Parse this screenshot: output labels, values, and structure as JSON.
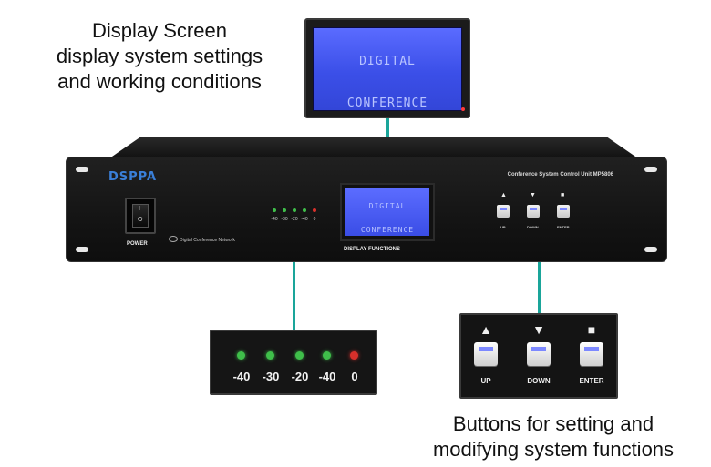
{
  "annotations": {
    "top": [
      "Display Screen",
      "display system settings",
      "and working conditions"
    ],
    "bottom": [
      "Buttons for setting and",
      "modifying system functions"
    ]
  },
  "device": {
    "brand": "DSPPA",
    "model": "Conference System Control Unit MP5806",
    "power_label": "POWER",
    "power_on": "I",
    "power_off": "O",
    "network_label": "Digital Conference Network",
    "display_line1": "DIGITAL",
    "display_line2": "CONFERENCE",
    "display_functions": "DISPLAY FUNCTIONS",
    "buttons": [
      {
        "symbol": "▲",
        "label": "UP"
      },
      {
        "symbol": "▼",
        "label": "DOWN"
      },
      {
        "symbol": "■",
        "label": "ENTER"
      }
    ]
  },
  "big_display": {
    "line1": "DIGITAL",
    "line2": "CONFERENCE"
  },
  "led_panel": {
    "leds": [
      {
        "label": "-40",
        "color": "#3fbf4a"
      },
      {
        "label": "-30",
        "color": "#3fbf4a"
      },
      {
        "label": "-20",
        "color": "#3fbf4a"
      },
      {
        "label": "-40",
        "color": "#3fbf4a"
      },
      {
        "label": "0",
        "color": "#d9302b"
      }
    ]
  },
  "button_panel": {
    "buttons": [
      {
        "symbol": "▲",
        "label": "UP"
      },
      {
        "symbol": "▼",
        "label": "DOWN"
      },
      {
        "symbol": "■",
        "label": "ENTER"
      }
    ]
  },
  "colors": {
    "connector": "#1aa59a",
    "lcd": "#3b4fe8",
    "brand": "#3a7fd8"
  }
}
